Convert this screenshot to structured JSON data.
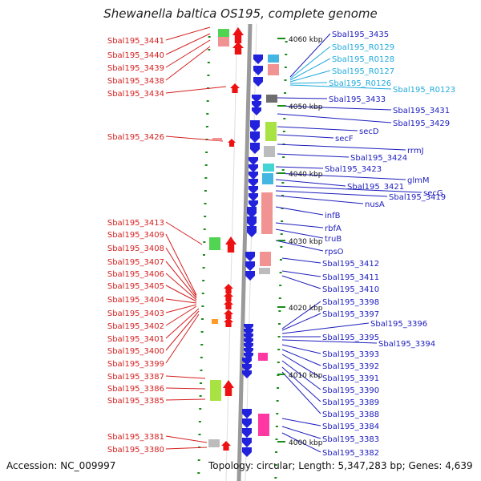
{
  "title": "Shewanella baltica OS195, complete genome",
  "footer": {
    "accession": "Accession: NC_009997",
    "topology": "Topology: circular; Length: 5,347,283 bp; Genes: 4,639"
  },
  "colors": {
    "left_label": "#d42020",
    "right_label": "#1d1dbe",
    "rna_label": "#22aadd",
    "backbone": "#9a9a9a",
    "blue_gene": "#2222dd",
    "red_gene": "#ee1111"
  },
  "kbp_ticks": [
    "4060 kbp",
    "4050 kbp",
    "4040 kbp",
    "4030 kbp",
    "4020 kbp",
    "4010 kbp",
    "4000 kbp"
  ],
  "left_labels": [
    "Sbal195_3441",
    "Sbal195_3440",
    "Sbal195_3439",
    "Sbal195_3438",
    "Sbal195_3434",
    "Sbal195_3426",
    "Sbal195_3413",
    "Sbal195_3409",
    "Sbal195_3408",
    "Sbal195_3407",
    "Sbal195_3406",
    "Sbal195_3405",
    "Sbal195_3404",
    "Sbal195_3403",
    "Sbal195_3402",
    "Sbal195_3401",
    "Sbal195_3400",
    "Sbal195_3399",
    "Sbal195_3387",
    "Sbal195_3386",
    "Sbal195_3385",
    "Sbal195_3381",
    "Sbal195_3380"
  ],
  "right_labels": [
    "Sbal195_3435",
    "Sbal195_R0129",
    "Sbal195_R0128",
    "Sbal195_R0127",
    "Sbal195_R0126",
    "Sbal195_R0123",
    "Sbal195_3433",
    "Sbal195_3431",
    "Sbal195_3429",
    "secD",
    "secF",
    "rrmJ",
    "Sbal195_3424",
    "Sbal195_3423",
    "glmM",
    "Sbal195_3421",
    "secG",
    "Sbal195_3419",
    "nusA",
    "infB",
    "rbfA",
    "truB",
    "rpsO",
    "Sbal195_3412",
    "Sbal195_3411",
    "Sbal195_3410",
    "Sbal195_3398",
    "Sbal195_3397",
    "Sbal195_3396",
    "Sbal195_3395",
    "Sbal195_3394",
    "Sbal195_3393",
    "Sbal195_3392",
    "Sbal195_3391",
    "Sbal195_3390",
    "Sbal195_3389",
    "Sbal195_3388",
    "Sbal195_3384",
    "Sbal195_3383",
    "Sbal195_3382"
  ]
}
